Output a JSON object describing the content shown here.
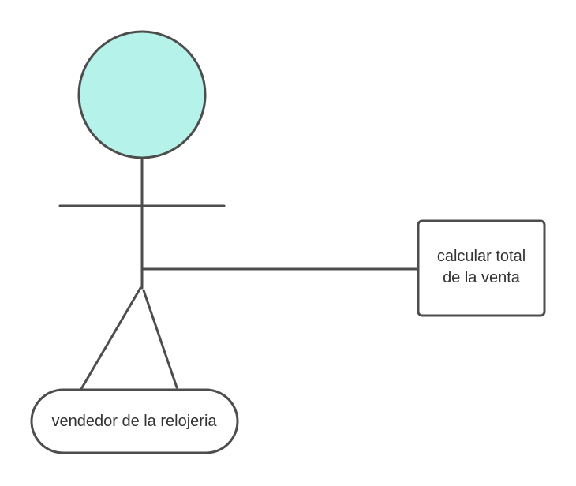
{
  "diagram": {
    "actor_label": "vendedor de la relojeria",
    "use_case_line1": "calcular total",
    "use_case_line2": "de la venta"
  },
  "colors": {
    "head_fill": "#b5f2ea",
    "stroke": "#4d4d4d",
    "text": "#333333"
  }
}
